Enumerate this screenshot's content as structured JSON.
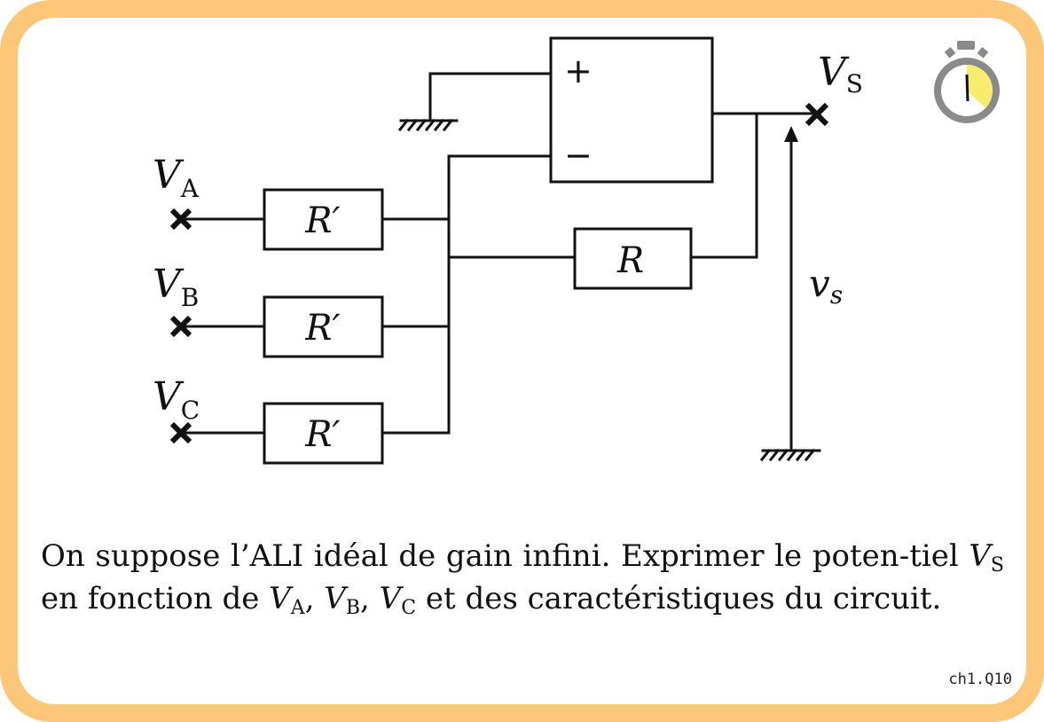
{
  "diagram": {
    "opamp_plus": "+",
    "opamp_minus": "−",
    "inputs": [
      {
        "var": "V",
        "sub": "A",
        "resistor": "R′"
      },
      {
        "var": "V",
        "sub": "B",
        "resistor": "R′"
      },
      {
        "var": "V",
        "sub": "C",
        "resistor": "R′"
      }
    ],
    "feedback_resistor": "R",
    "output": {
      "var": "V",
      "sub": "S"
    },
    "output_voltage": {
      "var": "v",
      "sub": "s"
    }
  },
  "question": {
    "p1": "On suppose l’ALI idéal de gain infini. Exprimer le poten-tiel ",
    "vs_var": "V",
    "vs_sub": "S",
    "p2": " en fonction de ",
    "va_var": "V",
    "va_sub": "A",
    "sep1": ", ",
    "vb_var": "V",
    "vb_sub": "B",
    "sep2": ", ",
    "vc_var": "V",
    "vc_sub": "C",
    "p3": " et des caractéristiques du circuit."
  },
  "ref": "ch1.Q10",
  "colors": {
    "border": "#fdc77a",
    "stopwatch_fill": "#f7ec6e",
    "stopwatch_ring": "#8a8a8a"
  },
  "icons": {
    "timer": "stopwatch-icon"
  }
}
